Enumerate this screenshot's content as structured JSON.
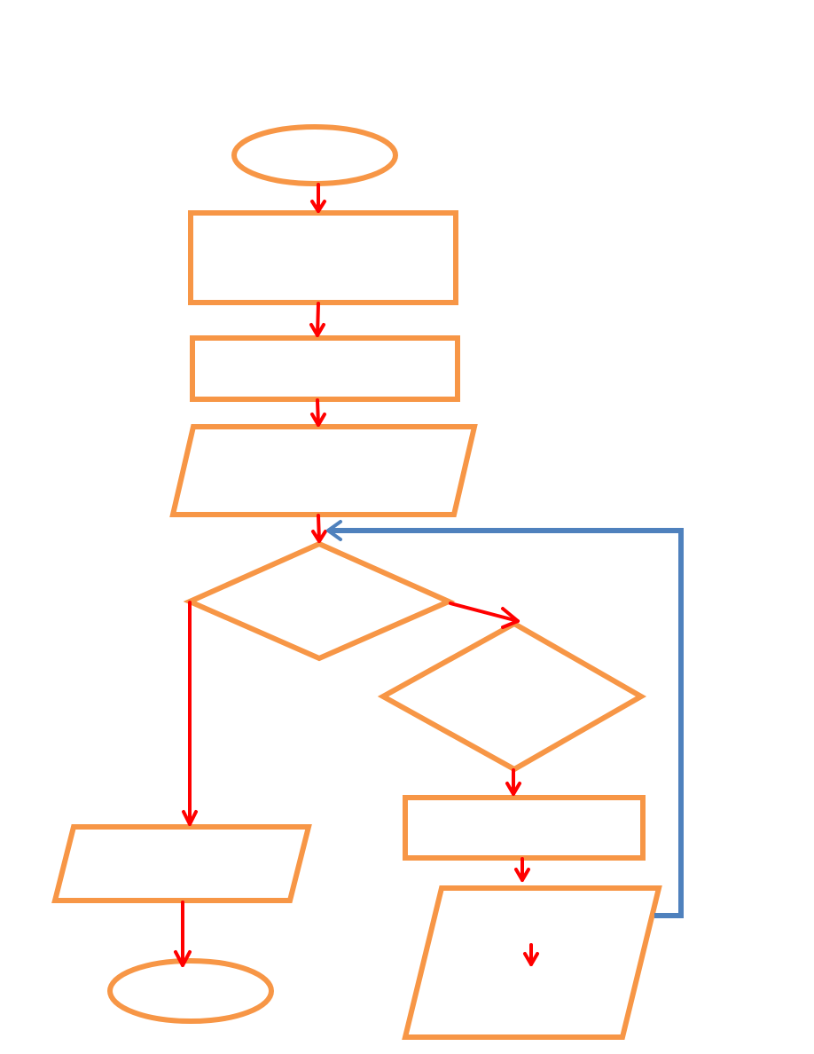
{
  "diagram": {
    "type": "flowchart",
    "node_count": 10,
    "colors": {
      "shape_outline": "#F79646",
      "flow_arrow": "#FF0000",
      "loop_connector": "#4F81BD",
      "background": "#FFFFFF"
    },
    "nodes": [
      {
        "id": "start",
        "shape": "terminator",
        "text": ""
      },
      {
        "id": "process-1",
        "shape": "process",
        "text": ""
      },
      {
        "id": "process-2",
        "shape": "process",
        "text": ""
      },
      {
        "id": "input-1",
        "shape": "input-output",
        "text": ""
      },
      {
        "id": "decision-1",
        "shape": "decision",
        "text": ""
      },
      {
        "id": "decision-2",
        "shape": "decision",
        "text": ""
      },
      {
        "id": "process-3",
        "shape": "process",
        "text": ""
      },
      {
        "id": "output-loop",
        "shape": "input-output",
        "text": ""
      },
      {
        "id": "output-final",
        "shape": "input-output",
        "text": ""
      },
      {
        "id": "end",
        "shape": "terminator",
        "text": ""
      }
    ],
    "edges": [
      {
        "from": "start",
        "to": "process-1",
        "style": "flow"
      },
      {
        "from": "process-1",
        "to": "process-2",
        "style": "flow"
      },
      {
        "from": "process-2",
        "to": "input-1",
        "style": "flow"
      },
      {
        "from": "input-1",
        "to": "decision-1",
        "style": "flow"
      },
      {
        "from": "decision-1",
        "to": "decision-2",
        "style": "flow"
      },
      {
        "from": "decision-1",
        "to": "output-final",
        "style": "flow"
      },
      {
        "from": "decision-2",
        "to": "process-3",
        "style": "flow"
      },
      {
        "from": "process-3",
        "to": "output-loop",
        "style": "flow"
      },
      {
        "from": "output-final",
        "to": "end",
        "style": "flow"
      },
      {
        "from": "output-loop",
        "to": "decision-1",
        "style": "loop"
      }
    ]
  }
}
